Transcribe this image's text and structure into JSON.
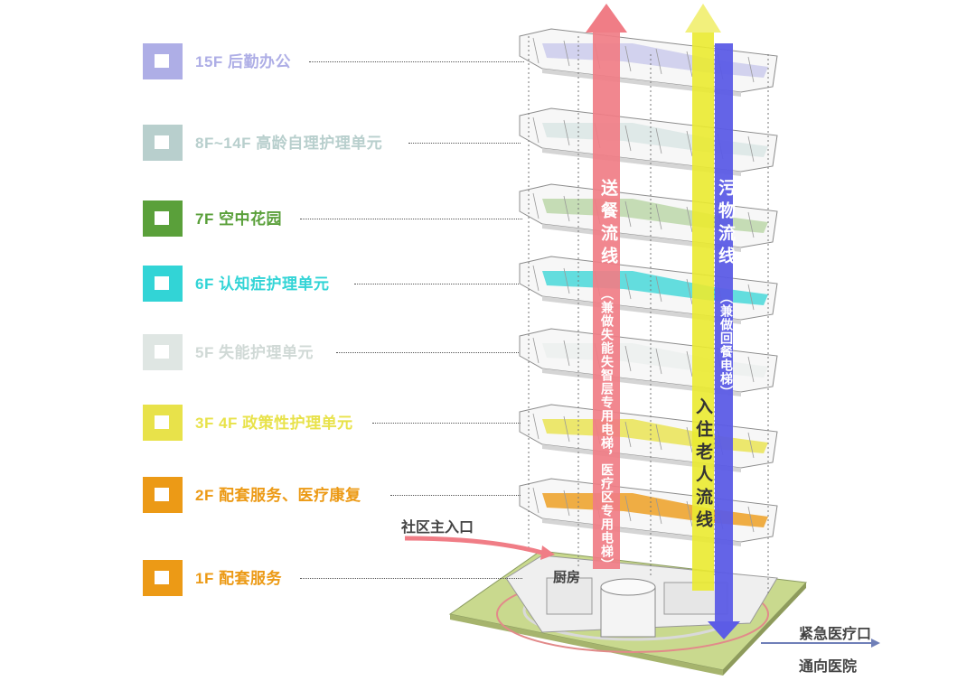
{
  "legend": [
    {
      "label": "15F 后勤办公",
      "color": "#aeaee6"
    },
    {
      "label": "8F~14F 高龄自理护理单元",
      "color": "#b8cfcd"
    },
    {
      "label": "7F 空中花园",
      "color": "#5aa03a"
    },
    {
      "label": "6F 认知症护理单元",
      "color": "#32d4d6"
    },
    {
      "label": "5F 失能护理单元",
      "color": "#dfe6e3"
    },
    {
      "label": "3F 4F 政策性护理单元",
      "color": "#e8e24a"
    },
    {
      "label": "2F 配套服务、医疗康复",
      "color": "#ec9a16"
    },
    {
      "label": "1F 配套服务",
      "color": "#ec9a16"
    }
  ],
  "flows": {
    "food_main": "送餐流线",
    "food_note": "（兼做失能失智层专用电梯，医疗区专用电梯）",
    "residents": "入住老人流线",
    "waste_main": "污物流线",
    "waste_note": "（兼做回餐电梯）"
  },
  "annotations": {
    "entrance": "社区主入口",
    "kitchen": "厨房",
    "emergency": "紧急医疗口",
    "hospital": "通向医院"
  },
  "colors": {
    "food_flow": "#f07d86",
    "resident_flow": "#eaea30",
    "waste_flow": "#5c5ce6",
    "entrance_arrow": "#f07d86",
    "hospital_arrow": "#6f7fb8"
  }
}
